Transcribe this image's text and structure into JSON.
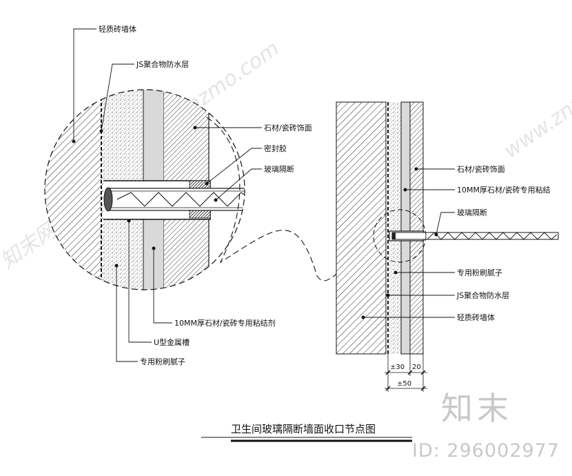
{
  "title": "卫生间玻璃隔断墙面收口节点图",
  "detail_left": {
    "labels": {
      "wall": "轻质砖墙体",
      "waterproof": "JS聚合物防水层",
      "finish": "石材/瓷砖饰面",
      "sealant": "密封胶",
      "glass": "玻璃隔断",
      "adhesive": "10MM厚石材/瓷砖专用粘结剂",
      "channel": "U型金属槽",
      "putty": "专用粉刷腻子"
    }
  },
  "detail_right": {
    "labels": {
      "finish": "石材/瓷砖饰面",
      "adhesive": "10MM厚石材/瓷砖专用粘结",
      "glass": "玻璃隔断",
      "putty": "专用粉刷腻子",
      "waterproof": "JS聚合物防水层",
      "wall": "轻质砖墙体"
    },
    "dimensions": {
      "d1": "±30",
      "d2": "20",
      "d3": "±50"
    }
  },
  "watermark": {
    "brand": "知末",
    "id_text": "ID: 296002977",
    "diag_text": "www.znzmo.com",
    "diag_text_left": "知末网"
  }
}
